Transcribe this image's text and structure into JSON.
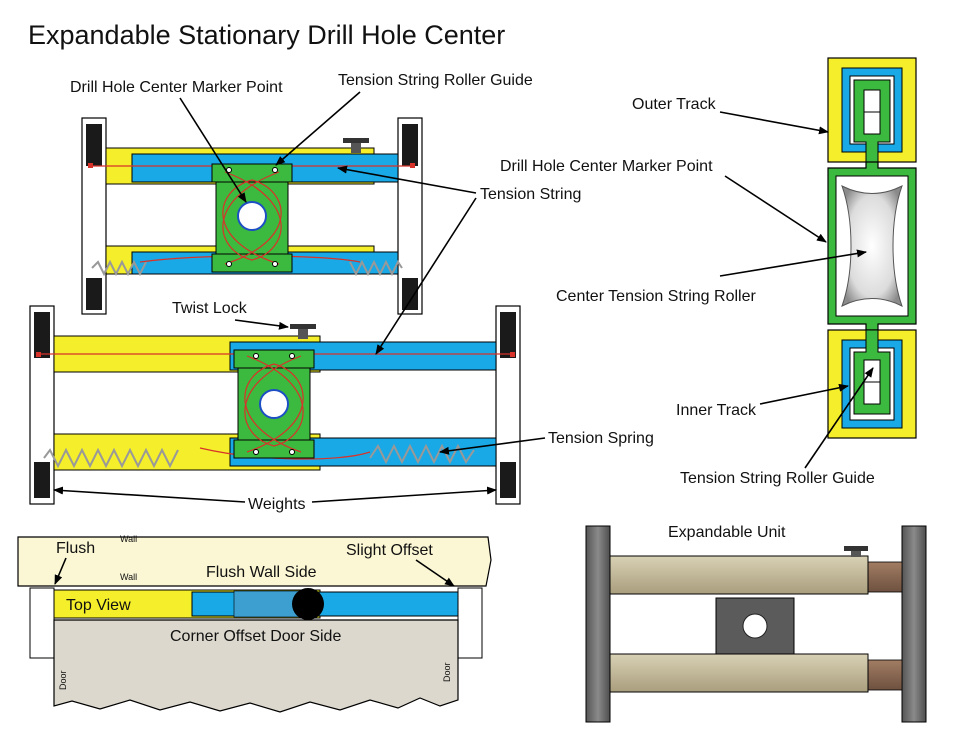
{
  "title": "Expandable Stationary Drill Hole Center",
  "top_assembly": {
    "labels": {
      "drill_hole_center_marker_point": "Drill Hole Center Marker Point",
      "tension_string_roller_guide": "Tension String Roller Guide",
      "tension_string": "Tension String",
      "twist_lock": "Twist Lock",
      "tension_spring": "Tension Spring",
      "weights": "Weights"
    }
  },
  "cross_section": {
    "labels": {
      "outer_track": "Outer Track",
      "drill_hole_center_marker_point": "Drill Hole Center Marker Point",
      "center_tension_string_roller": "Center Tension String Roller",
      "inner_track": "Inner Track",
      "tension_string_roller_guide": "Tension String Roller Guide"
    }
  },
  "top_view": {
    "labels": {
      "flush": "Flush",
      "wall_1": "Wall",
      "wall_2": "Wall",
      "slight_offset": "Slight Offset",
      "flush_wall_side": "Flush Wall Side",
      "top_view": "Top View",
      "corner_offset_door_side": "Corner Offset Door Side",
      "door_left": "Door",
      "door_right": "Door"
    }
  },
  "expandable_unit": {
    "label": "Expandable Unit"
  },
  "colors": {
    "yellow": "#f4ef2a",
    "blue": "#18a9e6",
    "green": "#3cb93f",
    "string_red": "#d8332a",
    "weight_black": "#1a1a1a",
    "wall_cream": "#fbf7d4",
    "door_grey": "#dcd8cd",
    "unit_tan": "#c7bd9f",
    "unit_grey": "#6e6e6e"
  }
}
